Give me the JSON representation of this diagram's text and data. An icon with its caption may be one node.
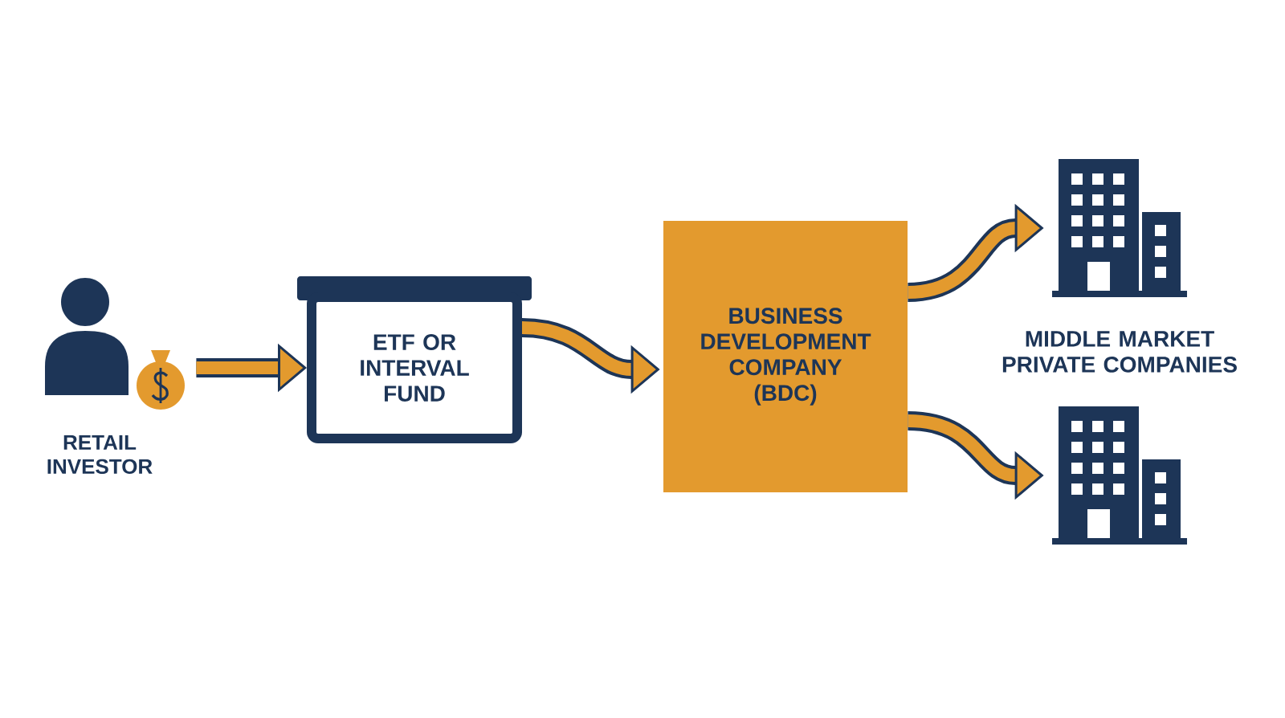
{
  "diagram": {
    "nodes": [
      {
        "text": [
          "RETAIL INVESTOR"
        ]
      },
      {
        "text": [
          "ETF OR INTERVAL FUND"
        ]
      },
      {
        "text": [
          "BUSINESS DEVELOPMENT COMPANY (BDC)"
        ]
      },
      {
        "text": [],
        "shape": "building"
      },
      {
        "text": [],
        "shape": "building"
      }
    ],
    "edges": [
      {
        "from": 0,
        "to": 1,
        "arrow": "to"
      },
      {
        "from": 1,
        "to": 2,
        "arrow": "to"
      },
      {
        "from": 2,
        "to": 3,
        "arrow": "to"
      },
      {
        "from": 2,
        "to": 4,
        "arrow": "to"
      }
    ],
    "labels": [
      "MIDDLE MARKET PRIVATE COMPANIES"
    ]
  }
}
